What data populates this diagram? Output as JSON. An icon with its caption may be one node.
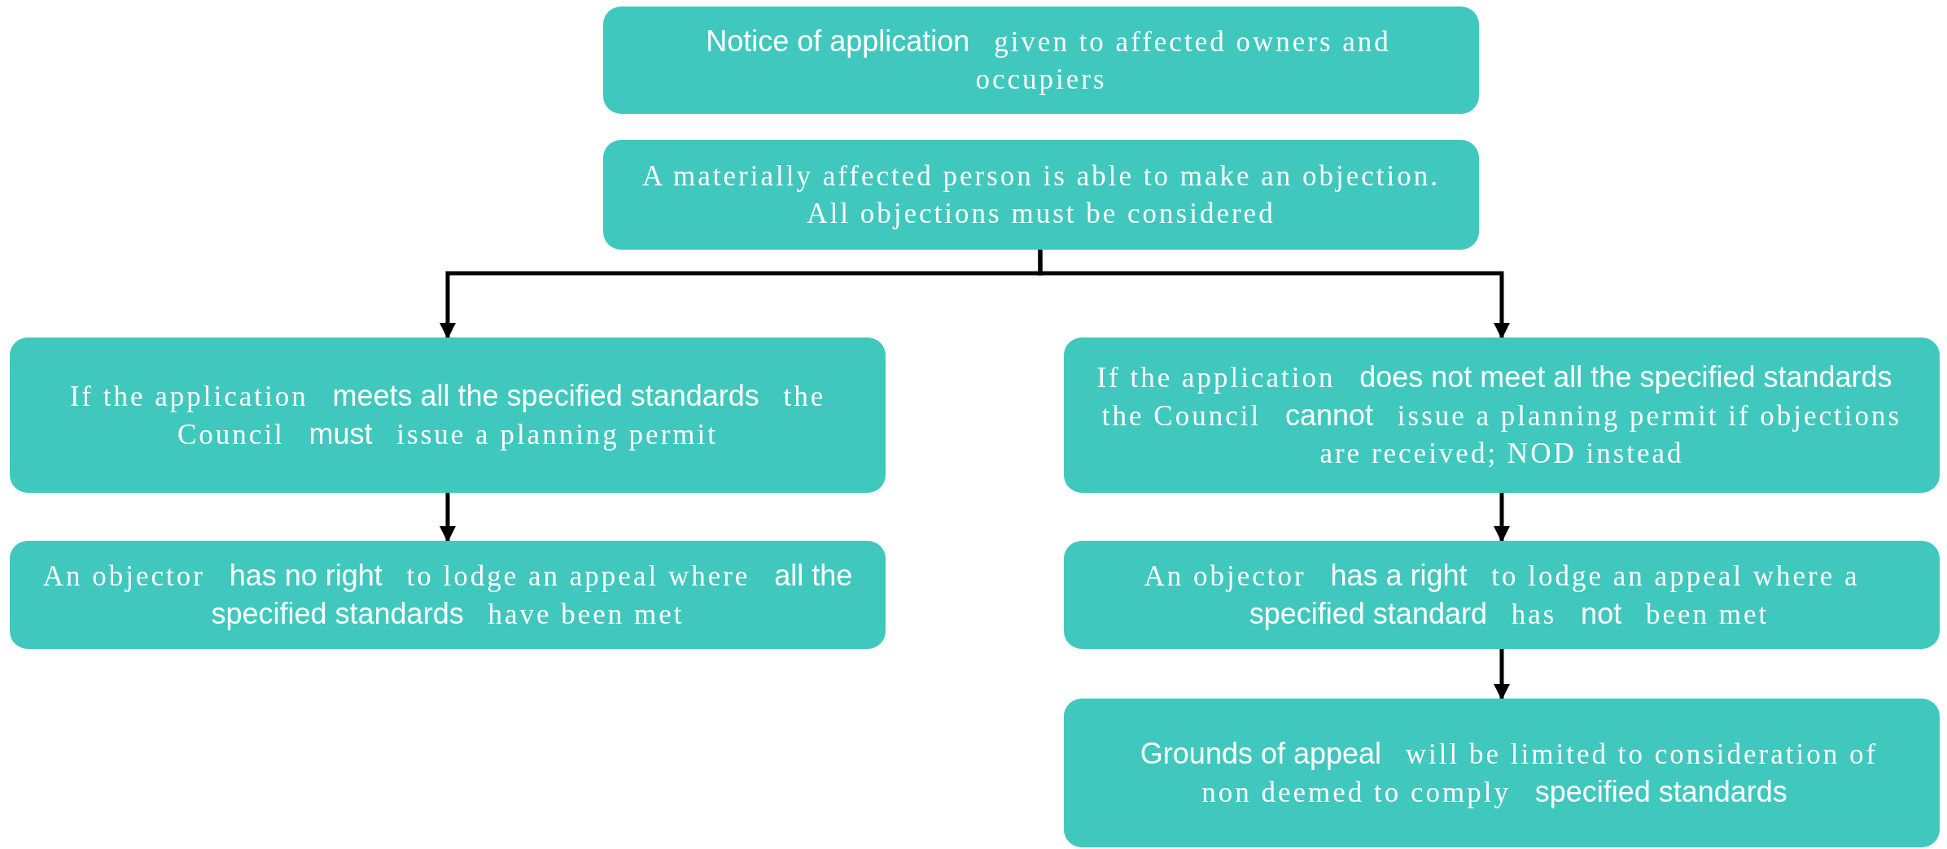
{
  "diagram": {
    "nodes": [
      {
        "text": [
          "**Notice of application** given to affected owners and occupiers"
        ]
      },
      {
        "text": [
          "A materially affected person is able to make an objection. All objections must be considered"
        ]
      },
      {
        "text": [
          "If the application **meets all the specified standards** the Council **must** issue a planning permit"
        ]
      },
      {
        "text": [
          "If the application **does not meet all the specified standards** the Council **cannot** issue a planning permit if objections are received; NOD instead"
        ]
      },
      {
        "text": [
          "An objector **has no right** to lodge an appeal where **all the specified standards** have been met"
        ]
      },
      {
        "text": [
          "An objector **has a right** to lodge an appeal where a **specified standard** has **not** been met"
        ]
      },
      {
        "text": [
          "**Grounds of appeal** will be limited to consideration of non deemed to comply **specified standards**"
        ]
      }
    ],
    "edges": [
      {
        "from": 1,
        "to": 2,
        "arrow": "to"
      },
      {
        "from": 1,
        "to": 3,
        "arrow": "to"
      },
      {
        "from": 2,
        "to": 4,
        "arrow": "to"
      },
      {
        "from": 3,
        "to": 5,
        "arrow": "to"
      },
      {
        "from": 5,
        "to": 6,
        "arrow": "to"
      }
    ]
  }
}
